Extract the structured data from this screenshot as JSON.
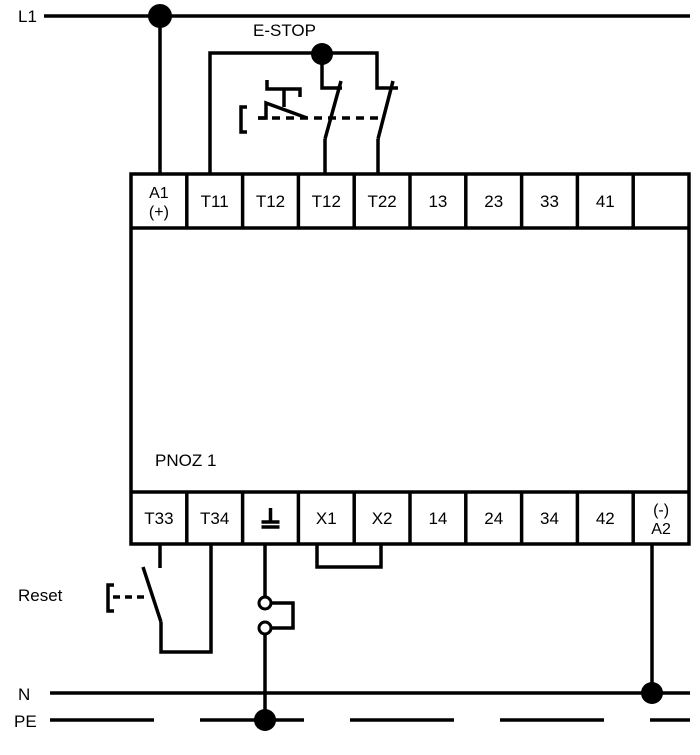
{
  "lines": {
    "l1": "L1",
    "n": "N",
    "pe": "PE"
  },
  "estop_label": "E-STOP",
  "reset_label": "Reset",
  "module_name": "PNOZ 1",
  "top_terminals": [
    {
      "line1": "A1",
      "line2": "(+)"
    },
    {
      "line1": "T11"
    },
    {
      "line1": "T12"
    },
    {
      "line1": "T12"
    },
    {
      "line1": "T22"
    },
    {
      "line1": "13"
    },
    {
      "line1": "23"
    },
    {
      "line1": "33"
    },
    {
      "line1": "41"
    },
    {
      "line1": ""
    }
  ],
  "bottom_terminals": [
    {
      "line1": "T33"
    },
    {
      "line1": "T34"
    },
    {
      "line1": "",
      "icon": "ground-icon"
    },
    {
      "line1": "X1"
    },
    {
      "line1": "X2"
    },
    {
      "line1": "14"
    },
    {
      "line1": "24"
    },
    {
      "line1": "34"
    },
    {
      "line1": "42"
    },
    {
      "line1": "(-)",
      "line2": "A2"
    }
  ],
  "colors": {
    "ink": "#000000",
    "background": "#ffffff"
  }
}
